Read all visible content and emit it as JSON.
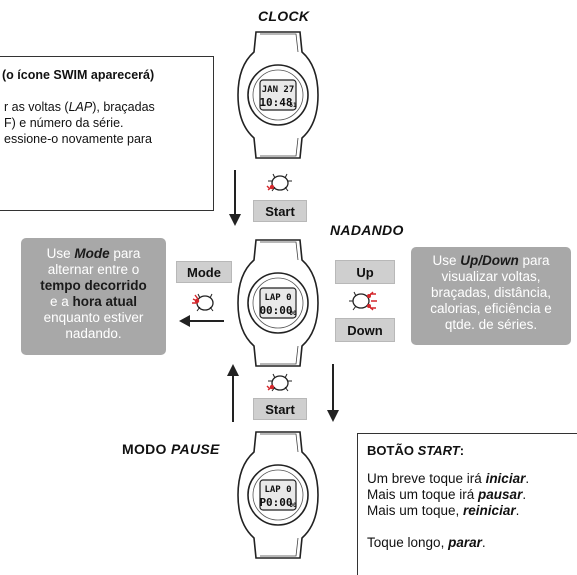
{
  "states": {
    "clock": "CLOCK",
    "nadando": "NADANDO",
    "pause_prefix": "MODO ",
    "pause_word": "PAUSE"
  },
  "watch_displays": {
    "clock": {
      "line1": "JAN 27",
      "line2": "10:48",
      "seconds": "51"
    },
    "nadando": {
      "line1": "LAP 0",
      "line2": "00:00",
      "seconds": "00"
    },
    "pause": {
      "line1": "LAP 0",
      "line2": "P0:00",
      "seconds": "00"
    }
  },
  "buttons": {
    "start_top": "Start",
    "start_bottom": "Start",
    "mode": "Mode",
    "up": "Up",
    "down": "Down"
  },
  "top_left_box": {
    "heading": "(o ícone SWIM aparecerá)",
    "line1_pre": "r as voltas (",
    "line1_em": "LAP",
    "line1_post": "), braçadas",
    "line2": "F) e número da série.",
    "line3": "essione-o novamente para"
  },
  "mode_note": {
    "p1": "Use ",
    "p1_em": "Mode",
    "p1_end": " para alternar entre o",
    "b1": "tempo decorrido",
    "p2": "e a ",
    "b2": "hora atual",
    "p3": "enquanto estiver nadando."
  },
  "updown_note": {
    "p1": "Use ",
    "p1_em": "Up/Down",
    "p1_end": " para visualizar voltas, braçadas, distância, calorias, eficiência e qtde. de séries."
  },
  "start_box": {
    "title_pre": "BOTÃO ",
    "title_em": "START",
    "title_end": ":",
    "l1_pre": "Um breve toque irá ",
    "l1_em": "iniciar",
    "l1_end": ".",
    "l2_pre": "Mais um toque irá ",
    "l2_em": "pausar",
    "l2_end": ".",
    "l3_pre": "Mais um toque, ",
    "l3_em": "reiniciar",
    "l3_end": ".",
    "l4_pre": "Toque longo, ",
    "l4_em": "parar",
    "l4_end": "."
  },
  "colors": {
    "press_red": "#d4262b",
    "note_gray": "#a8a8a8",
    "button_gray": "#cfcfcf"
  }
}
